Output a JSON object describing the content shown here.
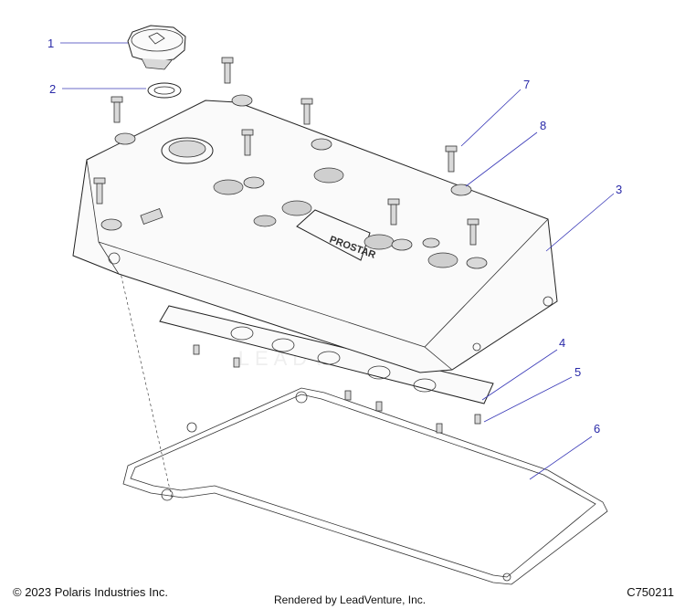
{
  "callouts": [
    {
      "label": "1",
      "part": "oil filler cap"
    },
    {
      "label": "2",
      "part": "o-ring"
    },
    {
      "label": "3",
      "part": "valve cover"
    },
    {
      "label": "4",
      "part": "gasket"
    },
    {
      "label": "5",
      "part": "stud"
    },
    {
      "label": "6",
      "part": "cover gasket"
    },
    {
      "label": "7",
      "part": "bolt"
    },
    {
      "label": "8",
      "part": "grommet"
    }
  ],
  "cover_logo": "PROSTAR",
  "watermark": "LEADVENTURE",
  "footer": {
    "copyright": "© 2023 Polaris Industries Inc.",
    "rendered_by": "Rendered by LeadVenture, Inc.",
    "diagram_code": "C750211"
  },
  "colors": {
    "callout": "#2a2aa8",
    "line": "#222222",
    "watermark": "#e8e8e8"
  }
}
